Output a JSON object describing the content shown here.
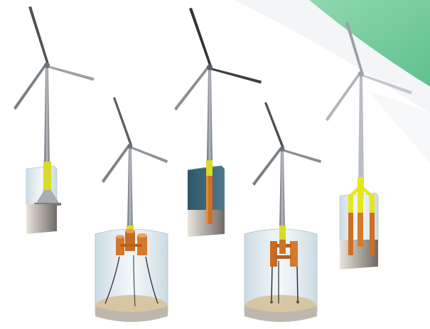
{
  "illustration": {
    "subject": "offshore-wind-turbine-foundation-types",
    "accent_color": "#7dcfa3",
    "water_color": "#a9c4d4",
    "seabed_color": "#d8c6a2",
    "transition_piece_color": "#e2e21a",
    "foundation_color": "#d97a2b",
    "tower_color": "#8a8f96",
    "turbines": [
      {
        "id": "gravity-base",
        "foundation": "gravity-base"
      },
      {
        "id": "semi-submersible",
        "foundation": "floating-semi-submersible"
      },
      {
        "id": "monopile",
        "foundation": "monopile"
      },
      {
        "id": "tension-leg-platform",
        "foundation": "floating-tension-leg"
      },
      {
        "id": "tripod",
        "foundation": "tripod"
      }
    ]
  }
}
